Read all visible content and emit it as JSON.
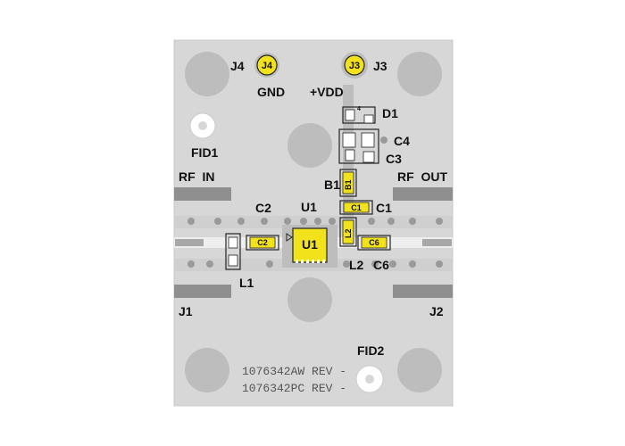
{
  "board": {
    "colors": {
      "board": "#d7d7d7",
      "copper": "#bdbdbd",
      "via": "#9a9a9a",
      "pad": "#ffffff",
      "part_yellow": "#f2e21b",
      "outline": "#222222",
      "trace": "#a8a8a8",
      "text": "#111111",
      "silk_gray": "#555555"
    },
    "connectors": {
      "j4": {
        "ref": "J4",
        "net": "GND"
      },
      "j3": {
        "ref": "J3",
        "net": "+VDD"
      },
      "j1": {
        "ref": "J1"
      },
      "j2": {
        "ref": "J2"
      }
    },
    "ports": {
      "rf_in": "RF  IN",
      "rf_out": "RF  OUT"
    },
    "fiducials": {
      "fid1": "FID1",
      "fid2": "FID2"
    },
    "components": {
      "u1": "U1",
      "c1": "C1",
      "c2": "C2",
      "c3": "C3",
      "c4": "C4",
      "c6": "C6",
      "l1": "L1",
      "l2": "L2",
      "b1": "B1",
      "d1": "D1",
      "d1_pin": "4"
    },
    "part_marks": {
      "u1": "U1",
      "c1": "C1",
      "c2": "C2",
      "c6": "C6",
      "b1": "B1",
      "l2": "L2"
    },
    "revision_text": {
      "line1": "1076342AW REV -",
      "line2": "1076342PC REV -"
    }
  }
}
